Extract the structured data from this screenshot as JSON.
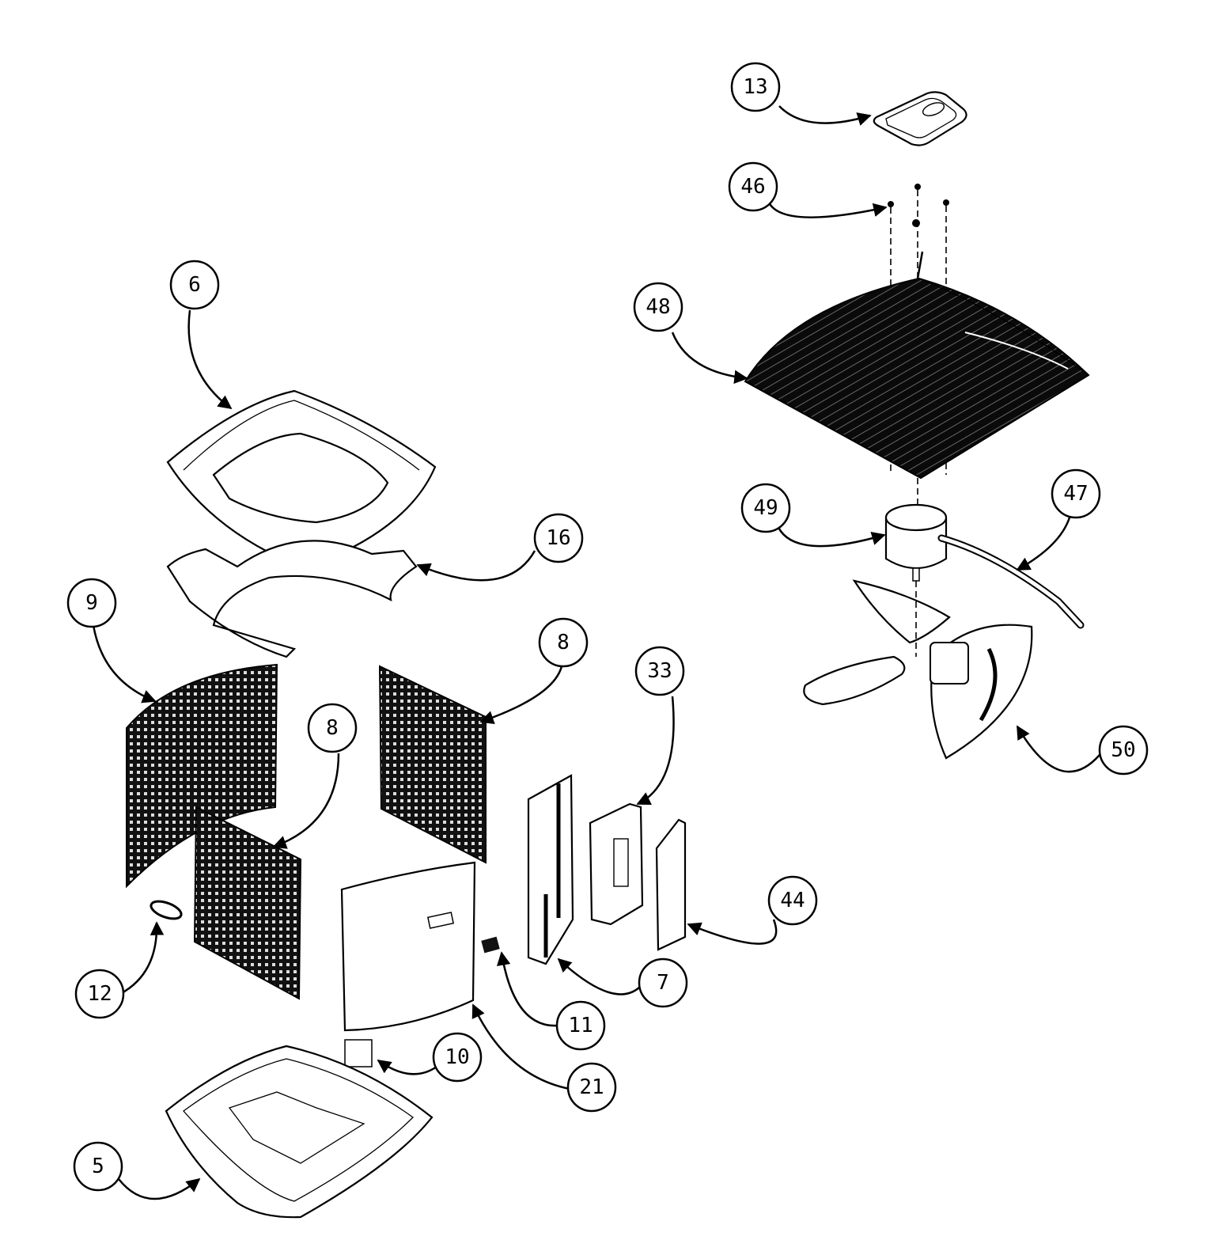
{
  "callouts": [
    {
      "id": "c13",
      "label": "13"
    },
    {
      "id": "c46",
      "label": "46"
    },
    {
      "id": "c6",
      "label": "6"
    },
    {
      "id": "c48",
      "label": "48"
    },
    {
      "id": "c16",
      "label": "16"
    },
    {
      "id": "c49",
      "label": "49"
    },
    {
      "id": "c47",
      "label": "47"
    },
    {
      "id": "c9",
      "label": "9"
    },
    {
      "id": "c8a",
      "label": "8"
    },
    {
      "id": "c33",
      "label": "33"
    },
    {
      "id": "c8b",
      "label": "8"
    },
    {
      "id": "c50",
      "label": "50"
    },
    {
      "id": "c44",
      "label": "44"
    },
    {
      "id": "c7",
      "label": "7"
    },
    {
      "id": "c12",
      "label": "12"
    },
    {
      "id": "c11",
      "label": "11"
    },
    {
      "id": "c10",
      "label": "10"
    },
    {
      "id": "c21",
      "label": "21"
    },
    {
      "id": "c5",
      "label": "5"
    }
  ]
}
